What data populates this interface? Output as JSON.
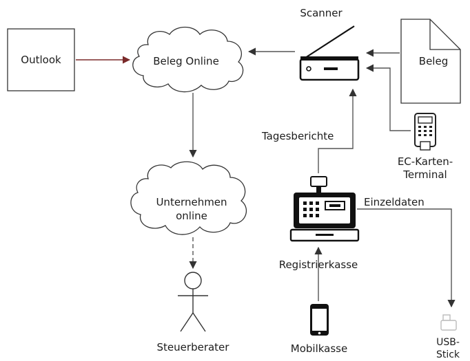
{
  "nodes": {
    "outlook": "Outlook",
    "beleg_online": "Beleg Online",
    "scanner": "Scanner",
    "beleg": "Beleg",
    "ec_terminal_line1": "EC-Karten-",
    "ec_terminal_line2": "Terminal",
    "unternehmen_line1": "Unternehmen",
    "unternehmen_line2": "online",
    "registrierkasse": "Registrierkasse",
    "steuerberater": "Steuerberater",
    "mobilkasse": "Mobilkasse",
    "usb_line1": "USB-",
    "usb_line2": "Stick"
  },
  "edges": {
    "tagesberichte": "Tagesberichte",
    "einzeldaten": "Einzeldaten"
  },
  "colors": {
    "outlook_arrow": "#7a2a2a",
    "stroke": "#333333",
    "edge": "#555555"
  }
}
